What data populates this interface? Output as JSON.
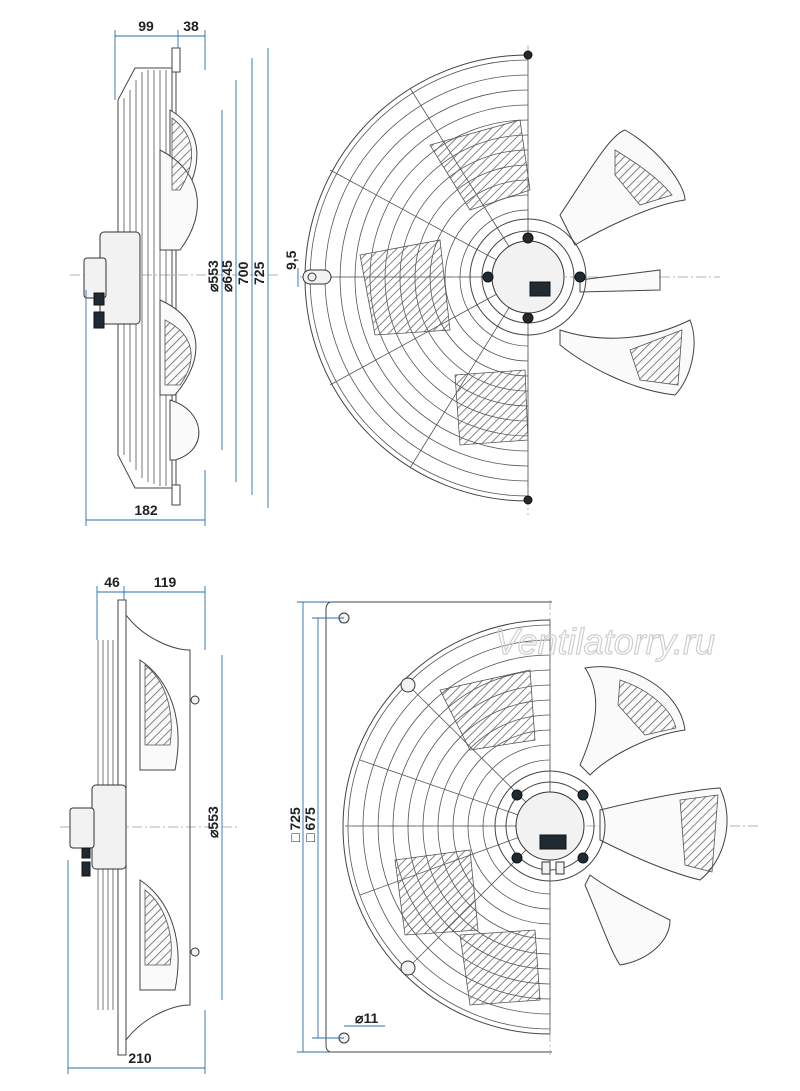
{
  "top_side_view": {
    "dims": [
      "99",
      "38",
      "182",
      "553",
      "645",
      "700",
      "725"
    ],
    "dia_prefix": "⌀"
  },
  "top_front_view": {
    "dims": [
      "9,5"
    ]
  },
  "bottom_side_view": {
    "dims": [
      "46",
      "119",
      "210",
      "553"
    ],
    "dia_prefix": "⌀"
  },
  "bottom_front_view": {
    "dims": [
      "725",
      "675",
      "11"
    ],
    "square_prefix": "□",
    "dia_prefix": "⌀"
  },
  "watermark": "Ventilatorry.ru",
  "colors": {
    "dimension": "#2a6fb0",
    "line": "#444444",
    "hub": "#1f2a33"
  }
}
